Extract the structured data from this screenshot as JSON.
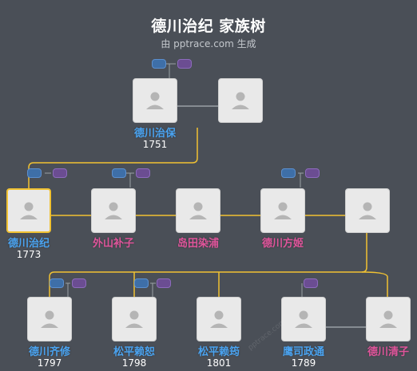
{
  "header": {
    "title": "德川治纪 家族树",
    "subtitle": "由 pptrace.com 生成"
  },
  "people": {
    "harusada": {
      "name": "德川治保",
      "year": "1751",
      "gender": "male"
    },
    "harusada_spouse": {
      "name": "",
      "year": "",
      "gender": "female"
    },
    "harutoshi": {
      "name": "德川治纪",
      "year": "1773",
      "gender": "male",
      "selected": true
    },
    "toyama": {
      "name": "外山补子",
      "year": "",
      "gender": "female"
    },
    "shimada": {
      "name": "岛田染浦",
      "year": "",
      "gender": "female"
    },
    "hohime": {
      "name": "德川方姬",
      "year": "",
      "gender": "female"
    },
    "spouse5": {
      "name": "",
      "year": "",
      "gender": "female"
    },
    "nariyasu": {
      "name": "德川齐修",
      "year": "1797",
      "gender": "male"
    },
    "matsudaira1": {
      "name": "松平赖恕",
      "year": "1798",
      "gender": "male"
    },
    "matsudaira2": {
      "name": "松平赖筠",
      "year": "1801",
      "gender": "male"
    },
    "takatsukasa": {
      "name": "鹰司政通",
      "year": "1789",
      "gender": "male"
    },
    "kiyoko": {
      "name": "德川清子",
      "year": "",
      "gender": "female"
    }
  },
  "colors": {
    "background": "#4a4f57",
    "male": "#4aa3f0",
    "female": "#e0559b",
    "line_descent": "#f1c232",
    "line_spouse": "#9aa0a6",
    "card": "#e9e9e9"
  },
  "watermark": "pptrace.com"
}
